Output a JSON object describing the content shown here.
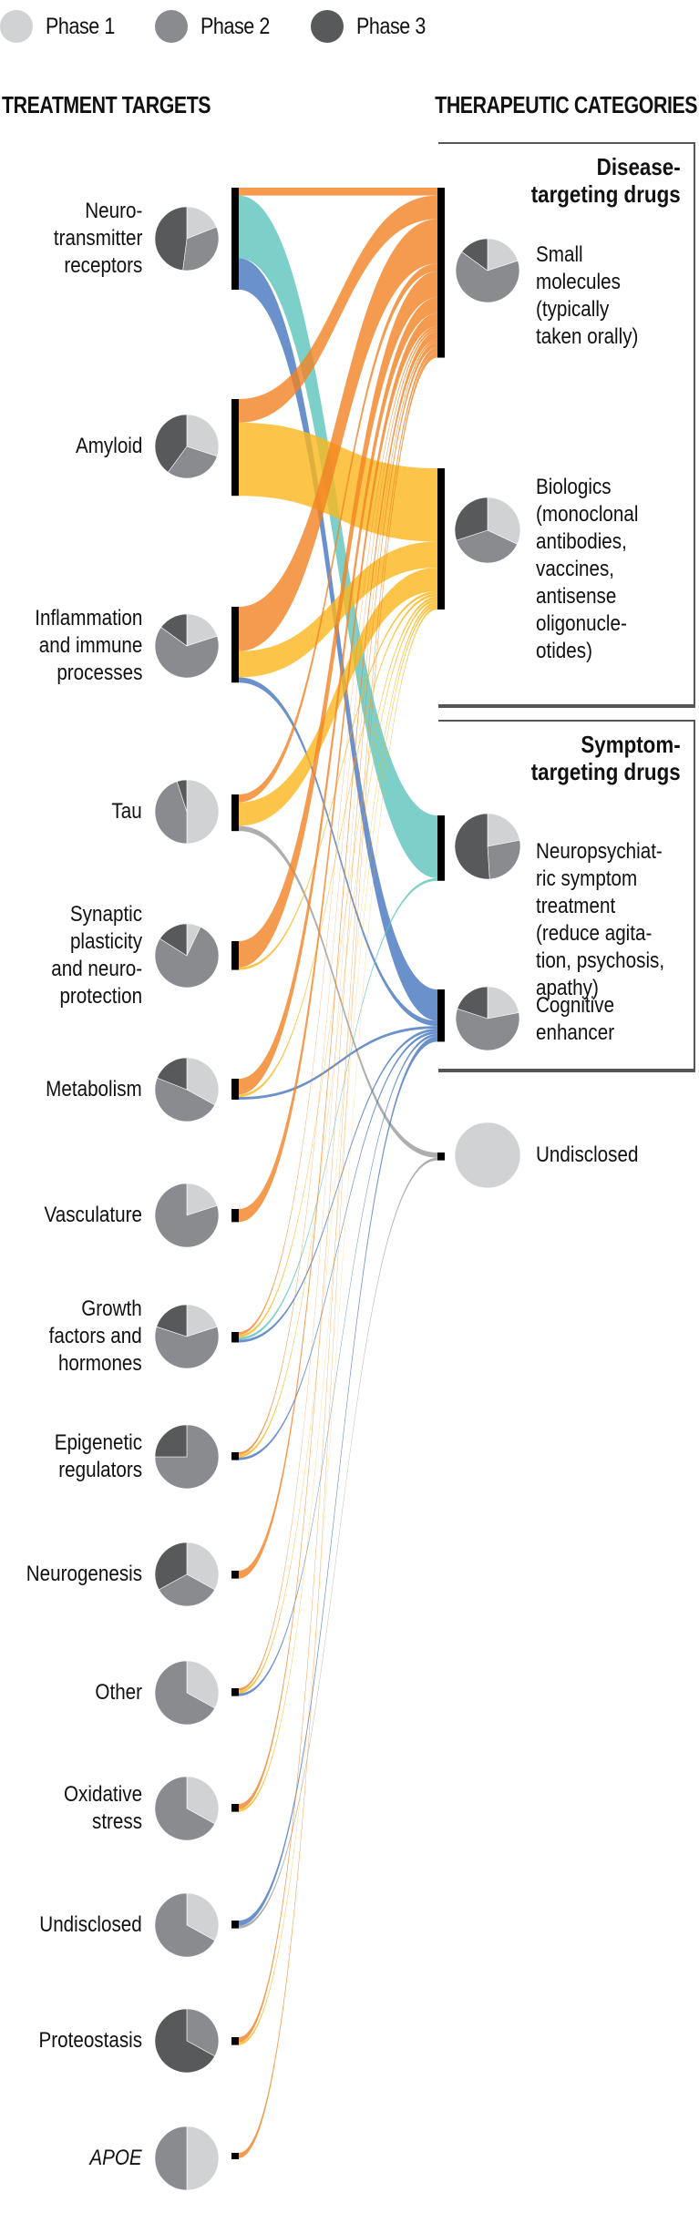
{
  "legend": [
    {
      "label": "Phase 1",
      "color": "#D1D2D4"
    },
    {
      "label": "Phase 2",
      "color": "#8A8B8E"
    },
    {
      "label": "Phase 3",
      "color": "#58595B"
    }
  ],
  "headers": {
    "left": "TREATMENT TARGETS",
    "right": "THERAPEUTIC CATEGORIES"
  },
  "groups": {
    "disease": "Disease-\ntargeting drugs",
    "symptom": "Symptom-\ntargeting drugs"
  },
  "colors": {
    "small_molecules": "#F28223",
    "biologics": "#FBB61C",
    "neuropsychiatric": "#5CC4BC",
    "cognitive": "#4676C0",
    "undisclosed": "#9A9A9A",
    "node_bar": "#000000"
  },
  "chart_data": {
    "type": "sankey",
    "title": "",
    "pie_order": [
      "Phase 1",
      "Phase 2",
      "Phase 3"
    ],
    "sources": [
      {
        "id": "neuro",
        "label": "Neuro-\ntransmitter\nreceptors",
        "phases": [
          19,
          33,
          48
        ]
      },
      {
        "id": "amyloid",
        "label": "Amyloid",
        "phases": [
          30,
          30,
          40
        ]
      },
      {
        "id": "inflammation",
        "label": "Inflammation\nand immune\nprocesses",
        "phases": [
          20,
          65,
          15
        ]
      },
      {
        "id": "tau",
        "label": "Tau",
        "phases": [
          50,
          45,
          5
        ]
      },
      {
        "id": "synaptic",
        "label": "Synaptic\nplasticity\nand neuro-\nprotection",
        "phases": [
          7,
          77,
          16
        ]
      },
      {
        "id": "metabolism",
        "label": "Metabolism",
        "phases": [
          33,
          48,
          19
        ]
      },
      {
        "id": "vasculature",
        "label": "Vasculature",
        "phases": [
          20,
          80,
          0
        ]
      },
      {
        "id": "growth",
        "label": "Growth\nfactors and\nhormones",
        "phases": [
          20,
          60,
          20
        ]
      },
      {
        "id": "epigenetic",
        "label": "Epigenetic\nregulators",
        "phases": [
          0,
          75,
          25
        ]
      },
      {
        "id": "neurogenesis",
        "label": "Neurogenesis",
        "phases": [
          33,
          34,
          33
        ]
      },
      {
        "id": "other",
        "label": "Other",
        "phases": [
          33,
          67,
          0
        ]
      },
      {
        "id": "oxidative",
        "label": "Oxidative\nstress",
        "phases": [
          33,
          67,
          0
        ]
      },
      {
        "id": "undisclosed_t",
        "label": "Undisclosed",
        "phases": [
          33,
          67,
          0
        ]
      },
      {
        "id": "proteostasis",
        "label": "Proteostasis",
        "phases": [
          0,
          33,
          67
        ]
      },
      {
        "id": "apoe",
        "label": "APOE",
        "phases": [
          50,
          50,
          0
        ],
        "italic": true
      }
    ],
    "targets": [
      {
        "id": "small_molecules",
        "label": "Small\nmolecules\n(typically\ntaken orally)",
        "group": "disease",
        "phases": [
          20,
          65,
          15
        ]
      },
      {
        "id": "biologics",
        "label": "Biologics\n(monoclonal\nantibodies,\nvaccines,\nantisense\noligonucle-\notides)",
        "group": "disease",
        "phases": [
          32,
          38,
          30
        ]
      },
      {
        "id": "neuropsychiatric",
        "label": "Neuropsychiat-\nric symptom\ntreatment\n(reduce agita-\ntion, psychosis,\napathy)",
        "group": "symptom",
        "phases": [
          22,
          27,
          51
        ]
      },
      {
        "id": "cognitive",
        "label": "Cognitive\nenhancer",
        "group": "symptom",
        "phases": [
          22,
          58,
          20
        ]
      },
      {
        "id": "undisclosed",
        "label": "Undisclosed",
        "group": "none",
        "phases": [
          100,
          0,
          0
        ]
      }
    ],
    "links": [
      {
        "source": "neuro",
        "target": "small_molecules",
        "value": 3
      },
      {
        "source": "neuro",
        "target": "neuropsychiatric",
        "value": 24
      },
      {
        "source": "neuro",
        "target": "cognitive",
        "value": 12
      },
      {
        "source": "amyloid",
        "target": "small_molecules",
        "value": 9
      },
      {
        "source": "amyloid",
        "target": "biologics",
        "value": 28
      },
      {
        "source": "inflammation",
        "target": "small_molecules",
        "value": 17
      },
      {
        "source": "inflammation",
        "target": "biologics",
        "value": 10
      },
      {
        "source": "inflammation",
        "target": "cognitive",
        "value": 2
      },
      {
        "source": "tau",
        "target": "small_molecules",
        "value": 3
      },
      {
        "source": "tau",
        "target": "biologics",
        "value": 9
      },
      {
        "source": "tau",
        "target": "undisclosed",
        "value": 2
      },
      {
        "source": "synaptic",
        "target": "small_molecules",
        "value": 10
      },
      {
        "source": "synaptic",
        "target": "biologics",
        "value": 1
      },
      {
        "source": "metabolism",
        "target": "small_molecules",
        "value": 6
      },
      {
        "source": "metabolism",
        "target": "biologics",
        "value": 1
      },
      {
        "source": "metabolism",
        "target": "cognitive",
        "value": 1
      },
      {
        "source": "vasculature",
        "target": "small_molecules",
        "value": 5
      },
      {
        "source": "growth",
        "target": "small_molecules",
        "value": 1
      },
      {
        "source": "growth",
        "target": "biologics",
        "value": 1
      },
      {
        "source": "growth",
        "target": "neuropsychiatric",
        "value": 1
      },
      {
        "source": "growth",
        "target": "cognitive",
        "value": 1
      },
      {
        "source": "epigenetic",
        "target": "small_molecules",
        "value": 1
      },
      {
        "source": "epigenetic",
        "target": "biologics",
        "value": 1
      },
      {
        "source": "epigenetic",
        "target": "cognitive",
        "value": 1
      },
      {
        "source": "neurogenesis",
        "target": "small_molecules",
        "value": 3
      },
      {
        "source": "other",
        "target": "small_molecules",
        "value": 1
      },
      {
        "source": "other",
        "target": "biologics",
        "value": 1
      },
      {
        "source": "other",
        "target": "cognitive",
        "value": 1
      },
      {
        "source": "oxidative",
        "target": "small_molecules",
        "value": 2
      },
      {
        "source": "oxidative",
        "target": "biologics",
        "value": 1
      },
      {
        "source": "undisclosed_t",
        "target": "cognitive",
        "value": 2
      },
      {
        "source": "undisclosed_t",
        "target": "undisclosed",
        "value": 1
      },
      {
        "source": "proteostasis",
        "target": "small_molecules",
        "value": 2
      },
      {
        "source": "proteostasis",
        "target": "biologics",
        "value": 1
      },
      {
        "source": "apoe",
        "target": "small_molecules",
        "value": 2
      }
    ]
  }
}
